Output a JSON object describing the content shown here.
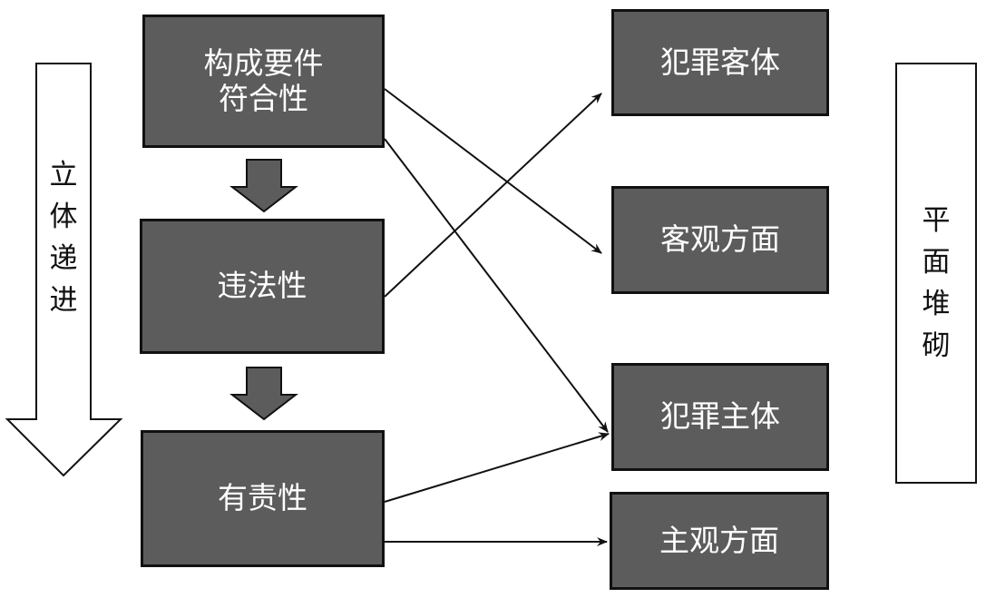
{
  "left_column": {
    "composition": {
      "line1": "构成要件",
      "line2": "符合性"
    },
    "illegality": "违法性",
    "culpability": "有责性"
  },
  "right_column": {
    "crime_object": "犯罪客体",
    "objective_aspect": "客观方面",
    "crime_subject": "犯罪主体",
    "subjective_aspect": "主观方面"
  },
  "side_labels": {
    "left": "立体递进",
    "right": "平面堆砌"
  },
  "colors": {
    "box_fill": "#5c5c5c",
    "box_border": "#111111",
    "text": "#ffffff",
    "line": "#111111"
  }
}
